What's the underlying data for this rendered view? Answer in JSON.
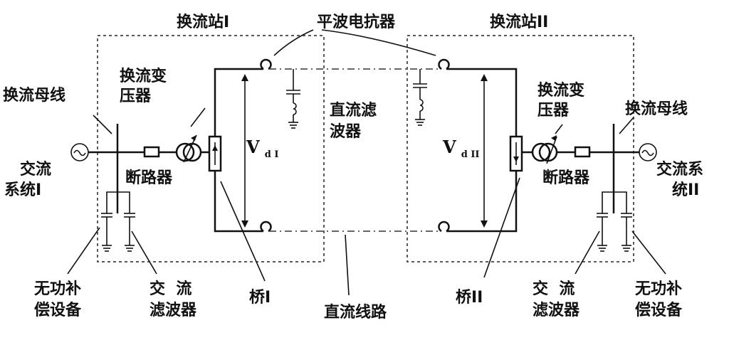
{
  "diagram": {
    "station1": "换流站I",
    "station2": "换流站II",
    "smoothing_reactor": "平波电抗器",
    "conv_bus_left": "换流母线",
    "conv_bus_right": "换流母线",
    "conv_transformer_left": [
      "换流变",
      "压器"
    ],
    "conv_transformer_right": [
      "换流变",
      "压器"
    ],
    "ac_system_left": [
      "交流",
      "系统I"
    ],
    "ac_system_right": [
      "交流系",
      "统II"
    ],
    "breaker_left": "断路器",
    "breaker_right": "断路器",
    "dc_filter": [
      "直流滤",
      "波器"
    ],
    "vd1": {
      "main": "V",
      "sub": "d I"
    },
    "vd2": {
      "main": "V",
      "sub": "d II"
    },
    "reactive_comp_left": [
      "无功补",
      "偿设备"
    ],
    "reactive_comp_right": [
      "无功补",
      "偿设备"
    ],
    "ac_filter_left": [
      "交  流",
      "滤波器"
    ],
    "ac_filter_right": [
      "交  流",
      "滤波器"
    ],
    "bridge1": "桥I",
    "bridge2": "桥II",
    "dc_line": "直流线路"
  }
}
